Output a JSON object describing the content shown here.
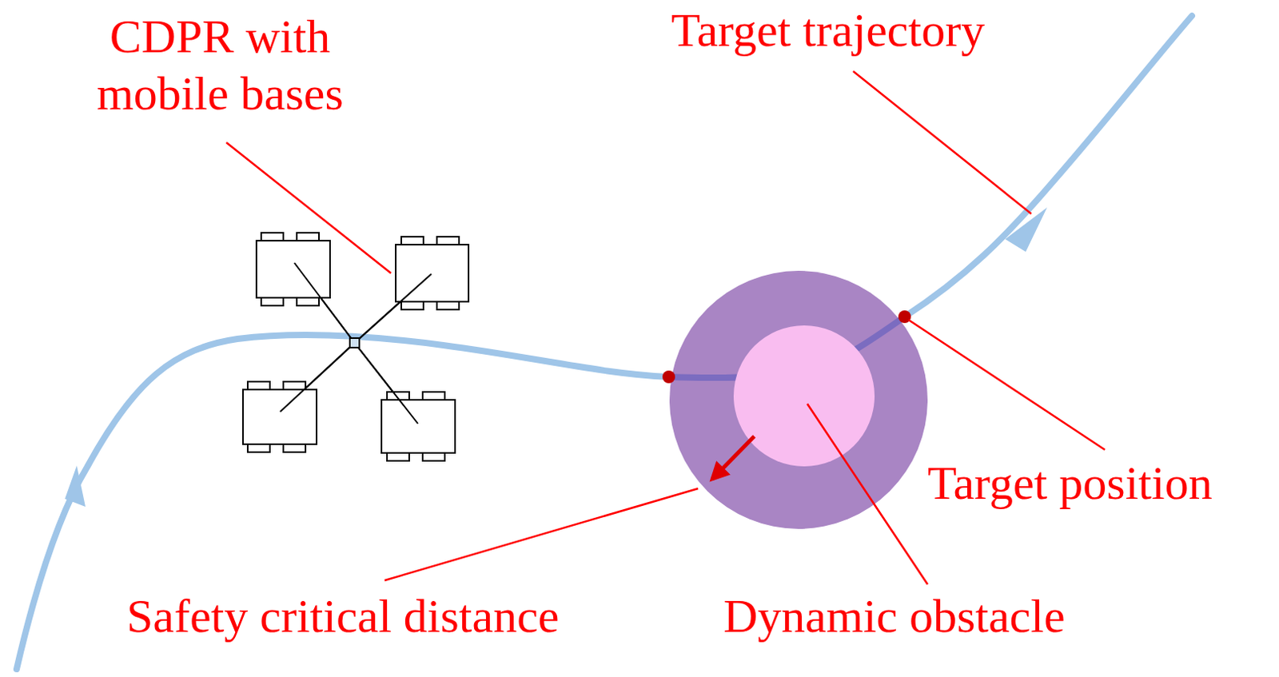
{
  "diagram": {
    "labels": [
      "CDPR with mobile bases",
      "Target trajectory",
      "Target position",
      "Safety critical distance",
      "Dynamic obstacle"
    ]
  }
}
